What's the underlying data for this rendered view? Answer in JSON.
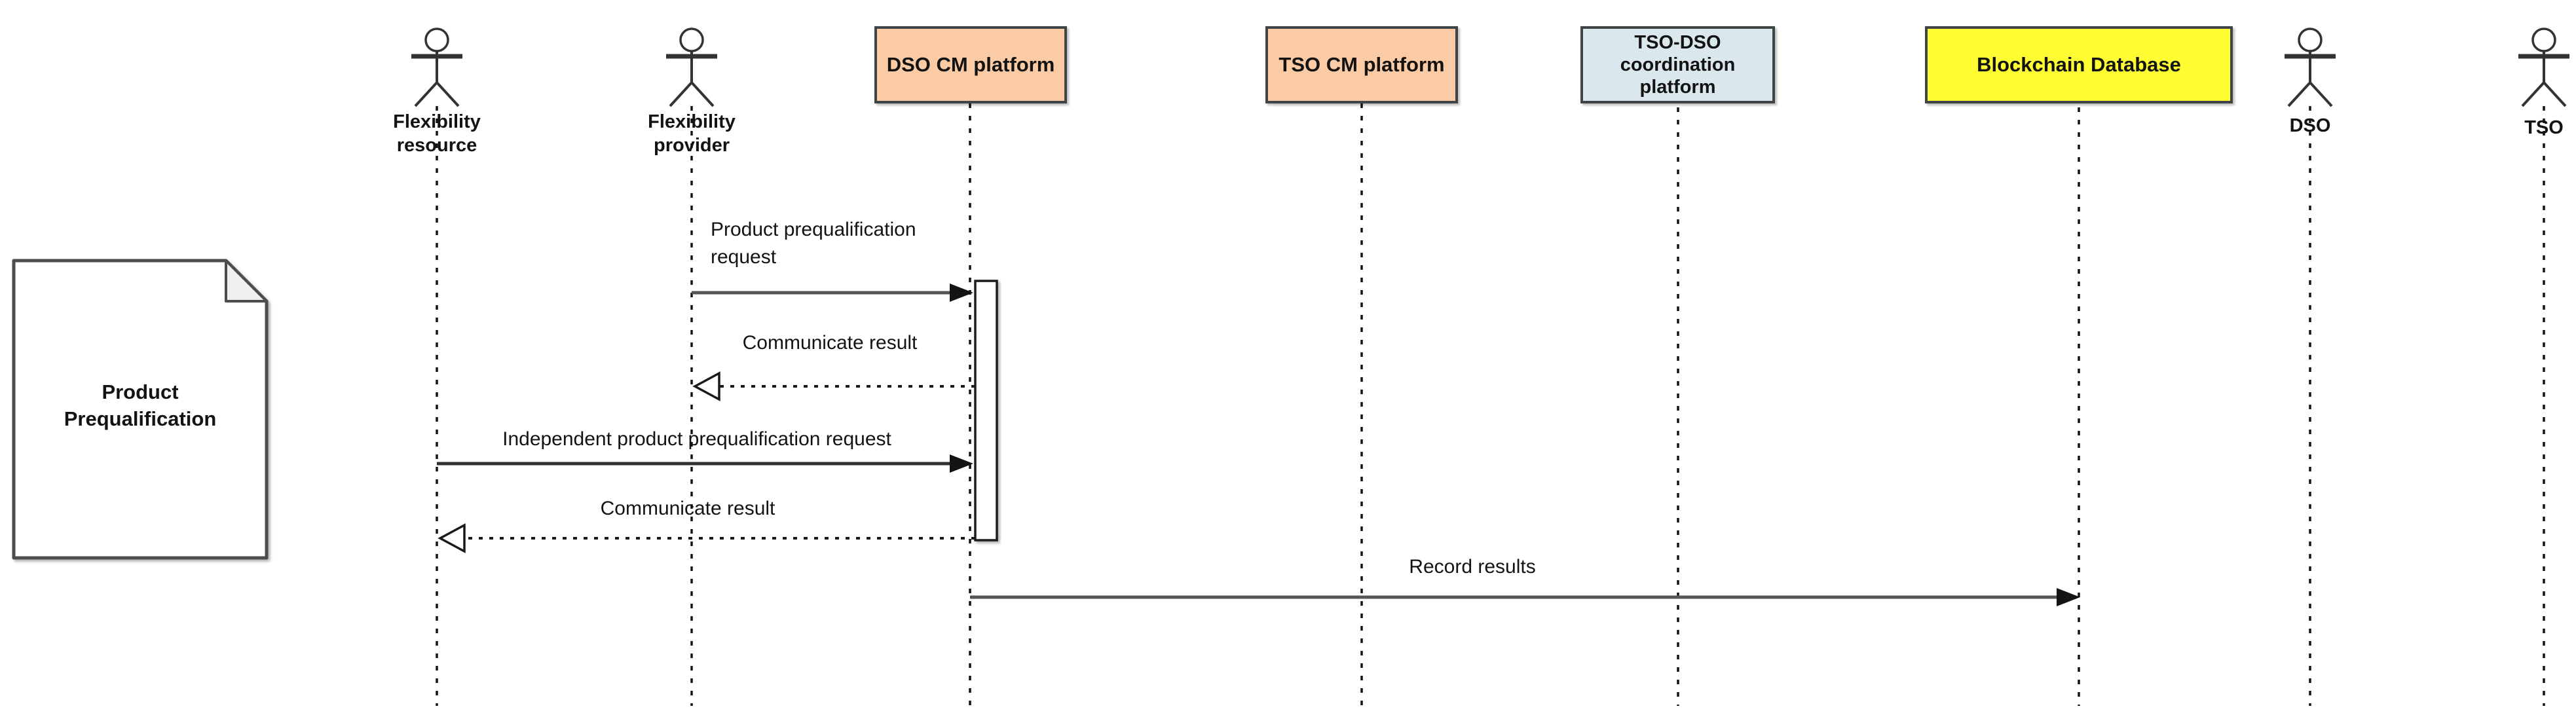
{
  "diagram": {
    "type": "uml-sequence-diagram",
    "colors": {
      "background": "#ffffff",
      "cm_platform_fill": "#facba4",
      "coordination_platform_fill": "#dae8ee",
      "blockchain_fill": "#fefe33",
      "box_border": "#3f4447",
      "line_color": "#1a1a1a",
      "document_fill": "#ffffff",
      "document_fold_fill": "#f0f0f0"
    },
    "document_note": {
      "label": [
        "Product",
        "Prequalification"
      ]
    },
    "actors": [
      {
        "label": [
          "Flexibility",
          "resource"
        ]
      },
      {
        "label": [
          "Flexibility",
          "provider"
        ]
      },
      {
        "label": "DSO"
      },
      {
        "label": "TSO"
      }
    ],
    "participants": [
      {
        "label": "DSO CM platform",
        "fill": "#facba4"
      },
      {
        "label": "TSO CM platform",
        "fill": "#facba4"
      },
      {
        "label": [
          "TSO-DSO",
          "coordination",
          "platform"
        ],
        "fill": "#dae8ee"
      },
      {
        "label": "Blockchain Database",
        "fill": "#fefe33"
      }
    ],
    "messages": [
      {
        "label": [
          "Product prequalification",
          "request"
        ],
        "from": "Flexibility provider",
        "to": "DSO CM platform",
        "style": "solid"
      },
      {
        "label": "Communicate result",
        "from": "DSO CM platform",
        "to": "Flexibility provider",
        "style": "dashed-return"
      },
      {
        "label": "Independent product prequalification request",
        "from": "Flexibility resource",
        "to": "DSO CM platform",
        "style": "solid"
      },
      {
        "label": "Communicate result",
        "from": "DSO CM platform",
        "to": "Flexibility resource",
        "style": "dashed-return"
      },
      {
        "label": "Record results",
        "from": "DSO CM platform",
        "to": "Blockchain Database",
        "style": "solid"
      }
    ]
  }
}
